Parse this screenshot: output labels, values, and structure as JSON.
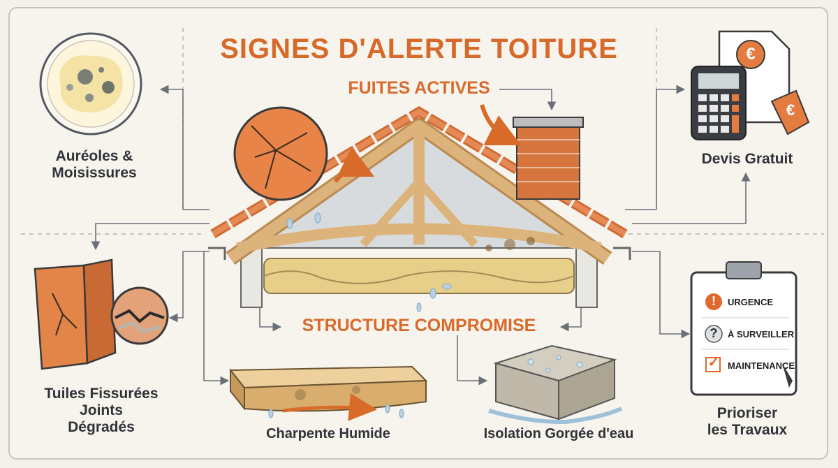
{
  "title": "SIGNES D'ALERTE TOITURE",
  "sections": {
    "leaks": "FUITES ACTIVES",
    "structure": "STRUCTURE COMPROMISE"
  },
  "labels": {
    "mold": [
      "Auréoles &",
      "Moisissures"
    ],
    "tiles": [
      "Tuiles Fissurées",
      "Joints",
      "Dégradés"
    ],
    "timber": "Charpente Humide",
    "insulation": "Isolation Gorgée d'eau",
    "quote": "Devis Gratuit",
    "priorities": [
      "Prioriser",
      "les Travaux"
    ]
  },
  "checklist": {
    "items": [
      {
        "icon": "!",
        "label": "URGENCE"
      },
      {
        "icon": "?",
        "label": "À SURVEILLER"
      },
      {
        "icon": "✓",
        "label": "MAINTENANCE"
      }
    ]
  },
  "currency_symbol": "€",
  "colors": {
    "accent": "#d76a2b",
    "text": "#2f3236",
    "wood": "#d9b27a",
    "tile": "#e07b45"
  }
}
